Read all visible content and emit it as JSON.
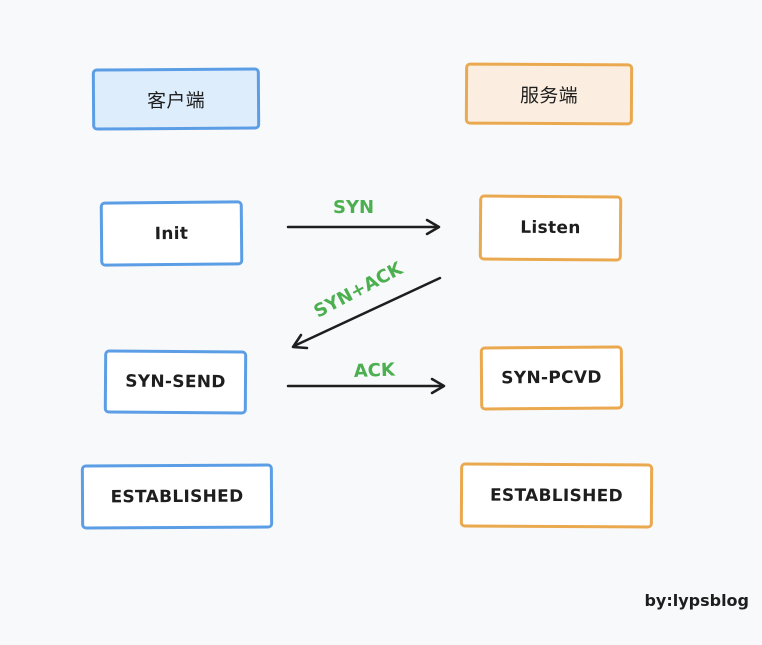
{
  "lanes": {
    "client_title": "客户端",
    "server_title": "服务端"
  },
  "nodes": {
    "client_init": "Init",
    "client_syn_send": "SYN-SEND",
    "client_established": "ESTABLISHED",
    "server_listen": "Listen",
    "server_syn_pcvd": "SYN-PCVD",
    "server_established": "ESTABLISHED"
  },
  "edges": {
    "syn": "SYN",
    "syn_ack": "SYN+ACK",
    "ack": "ACK"
  },
  "credit": "by:lypsblog",
  "colors": {
    "client_border": "#5b9ee6",
    "client_header_fill": "#deedfc",
    "server_border": "#eaa94f",
    "server_header_fill": "#fbeee0",
    "edge_label": "#4caf50",
    "arrow": "#1e1e1e",
    "background": "#f8f9fa"
  }
}
